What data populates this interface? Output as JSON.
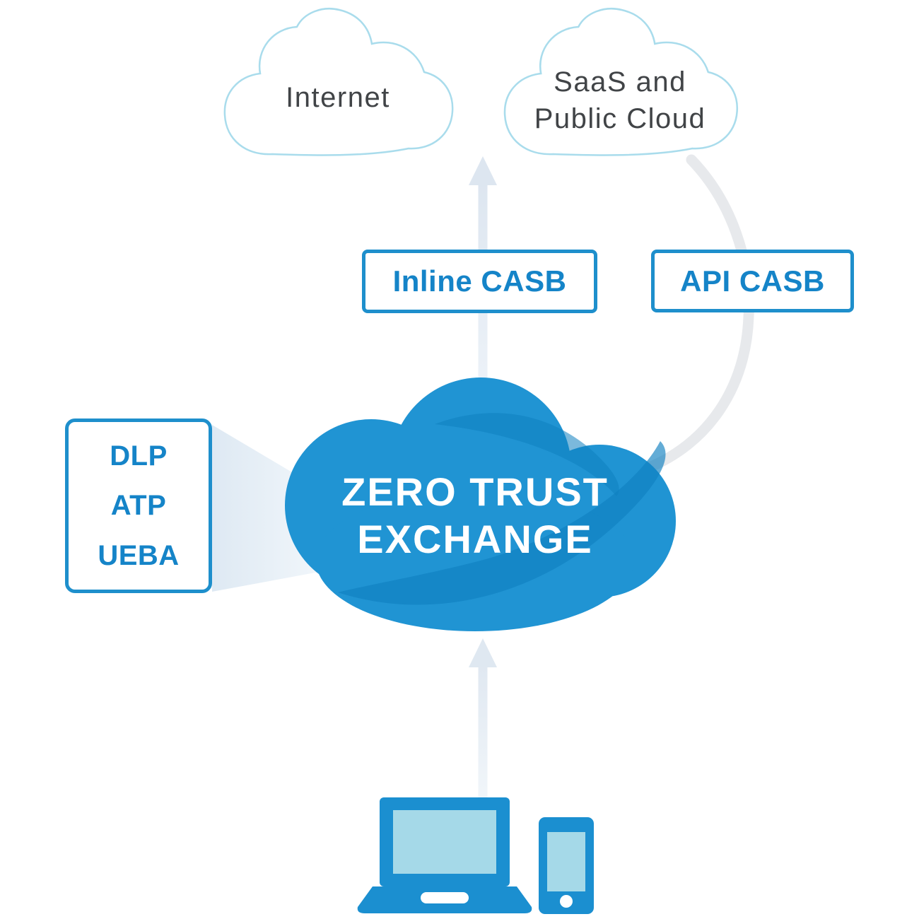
{
  "clouds": {
    "internet": {
      "label": "Internet"
    },
    "saas": {
      "line1": "SaaS and",
      "line2": "Public Cloud"
    },
    "exchange": {
      "line1": "ZERO TRUST",
      "line2": "EXCHANGE"
    }
  },
  "boxes": {
    "inline_casb": {
      "label": "Inline CASB"
    },
    "api_casb": {
      "label": "API CASB"
    },
    "services": {
      "items": [
        "DLP",
        "ATP",
        "UEBA"
      ]
    }
  },
  "icons": {
    "laptop": "laptop-icon",
    "phone": "smartphone-icon",
    "arrows": "up-arrow-icon"
  },
  "colors": {
    "exchange_blue": "#2094d3",
    "exchange_swoosh": "#0f80c0",
    "device_blue": "#1b8fd0",
    "device_screen": "#a5d9e8",
    "accent_border": "#1e8fcc",
    "accent_text": "#1584c8",
    "cloud_outline": "#a9dcec",
    "label_gray": "#414447",
    "arrow_light": "#e2eaf2",
    "arc_gray": "#e7e9ec"
  }
}
